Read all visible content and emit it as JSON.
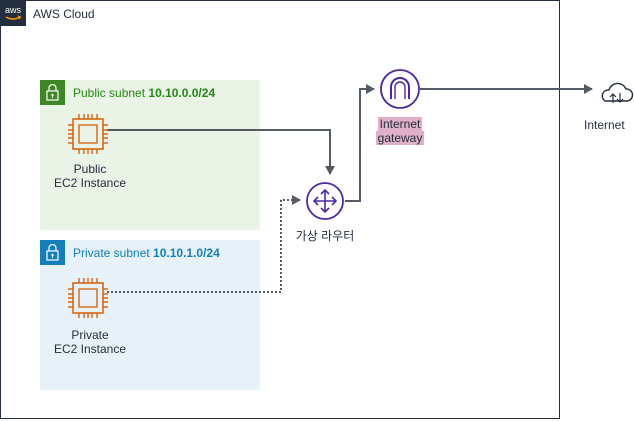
{
  "cloud": {
    "title": "AWS Cloud",
    "logo_text": "aws"
  },
  "public_subnet": {
    "label": "Public subnet ",
    "cidr": "10.10.0.0/24",
    "color": "#248814",
    "fill": "#e9f3e6"
  },
  "private_subnet": {
    "label": "Private subnet ",
    "cidr": "10.10.1.0/24",
    "color": "#147eba",
    "fill": "#e6f2f8"
  },
  "public_ec2": {
    "line1": "Public",
    "line2": "EC2 Instance"
  },
  "private_ec2": {
    "line1": "Private",
    "line2": "EC2 Instance"
  },
  "router": {
    "label": "가상 라우터",
    "color": "#4d27aa"
  },
  "igw": {
    "line1": "Internet",
    "line2": "gateway",
    "color": "#4d27aa",
    "highlight": "#e0b0c6"
  },
  "internet": {
    "label": "Internet"
  },
  "icons": {
    "ec2": "ec2-instance-icon",
    "router": "virtual-router-icon",
    "gateway": "internet-gateway-icon",
    "internet": "internet-cloud-icon",
    "lock": "lock-icon"
  },
  "colors": {
    "ec2": "#d86613",
    "connector": "#545b64",
    "frame": "#232f3e"
  }
}
